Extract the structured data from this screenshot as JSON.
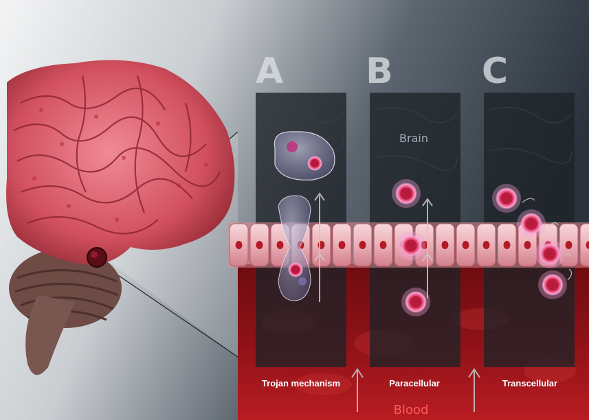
{
  "columns": [
    {
      "letter": "A",
      "label": "Trojan mechanism"
    },
    {
      "letter": "B",
      "label": "Paracellular"
    },
    {
      "letter": "C",
      "label": "Transcellular"
    }
  ],
  "regions": {
    "brain": "Brain",
    "blood": "Blood"
  },
  "colors": {
    "background_light": "#eef0f1",
    "background_dark": "#2c3440",
    "blood": "#8b0f14",
    "endothelium": "#f0b9bf",
    "nucleus": "#b31a25",
    "cell": "#e23a6a",
    "cell_glow": "#f9a2d8",
    "brain_tissue": "#d9606e"
  }
}
